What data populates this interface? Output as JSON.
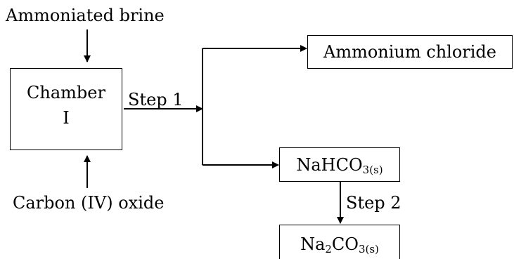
{
  "inputs": {
    "top": "Ammoniated brine",
    "bottom": "Carbon (IV) oxide"
  },
  "chamber": {
    "line1": "Chamber",
    "line2": "I"
  },
  "steps": {
    "step1": "Step 1",
    "step2": "Step 2"
  },
  "products": {
    "ammonium_chloride": "Ammonium chloride",
    "nahco3": {
      "base": "NaHCO",
      "sub": "3(s)"
    },
    "na2co3": {
      "na": "Na",
      "na_sub": "2",
      "co": "CO",
      "co_sub": "3(s)"
    }
  }
}
